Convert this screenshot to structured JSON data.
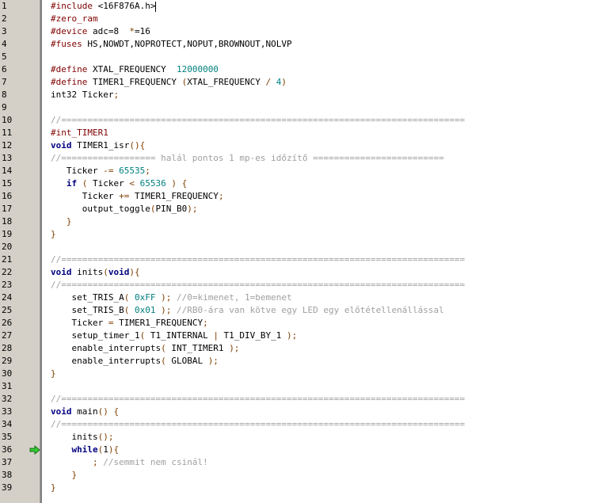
{
  "editor": {
    "accent_colors": {
      "keyword": "#00007f",
      "preprocessor": "#7f0000",
      "number": "#007f7f",
      "comment": "#a0a0a0",
      "operator": "#7f3f00",
      "gutter": "#d4d0c8",
      "exec_arrow": "#33cc33"
    },
    "current_line_indicator": {
      "icon": "green-arrow-icon",
      "line_number": 36
    },
    "lines": [
      {
        "n": "1",
        "tokens": [
          [
            "pp",
            "#include"
          ],
          [
            "",
            " <16F876A.h>"
          ]
        ],
        "caret": true
      },
      {
        "n": "2",
        "tokens": [
          [
            "pp",
            "#zero_ram"
          ]
        ]
      },
      {
        "n": "3",
        "tokens": [
          [
            "pp",
            "#device"
          ],
          [
            "",
            " adc=8  "
          ],
          [
            "op",
            "*"
          ],
          [
            "",
            "=16"
          ]
        ]
      },
      {
        "n": "4",
        "tokens": [
          [
            "pp",
            "#fuses"
          ],
          [
            "",
            " HS,NOWDT,NOPROTECT,NOPUT,BROWNOUT,NOLVP"
          ]
        ]
      },
      {
        "n": "5",
        "tokens": []
      },
      {
        "n": "6",
        "tokens": [
          [
            "pp",
            "#define"
          ],
          [
            "",
            " XTAL_FREQUENCY  "
          ],
          [
            "num",
            "12000000"
          ]
        ]
      },
      {
        "n": "7",
        "tokens": [
          [
            "pp",
            "#define"
          ],
          [
            "",
            " TIMER1_FREQUENCY "
          ],
          [
            "op",
            "("
          ],
          [
            "",
            "XTAL_FREQUENCY "
          ],
          [
            "op",
            "/"
          ],
          [
            "",
            " "
          ],
          [
            "num",
            "4"
          ],
          [
            "op",
            ")"
          ]
        ]
      },
      {
        "n": "8",
        "tokens": [
          [
            "",
            "int32 Ticker"
          ],
          [
            "op",
            ";"
          ]
        ]
      },
      {
        "n": "9",
        "tokens": []
      },
      {
        "n": "10",
        "tokens": [
          [
            "cmt",
            "//============================================================================="
          ]
        ]
      },
      {
        "n": "11",
        "tokens": [
          [
            "pp",
            "#int_TIMER1"
          ]
        ]
      },
      {
        "n": "12",
        "tokens": [
          [
            "kw",
            "void"
          ],
          [
            "",
            " TIMER1_isr"
          ],
          [
            "op",
            "(){"
          ]
        ]
      },
      {
        "n": "13",
        "tokens": [
          [
            "cmt",
            "//================== halál pontos 1 mp-es időzítő ========================="
          ]
        ]
      },
      {
        "n": "14",
        "tokens": [
          [
            "",
            "   Ticker "
          ],
          [
            "op",
            "-="
          ],
          [
            "",
            " "
          ],
          [
            "num",
            "65535"
          ],
          [
            "op",
            ";"
          ]
        ]
      },
      {
        "n": "15",
        "tokens": [
          [
            "",
            "   "
          ],
          [
            "kw",
            "if"
          ],
          [
            "",
            " "
          ],
          [
            "op",
            "("
          ],
          [
            "",
            " Ticker "
          ],
          [
            "op",
            "<"
          ],
          [
            "",
            " "
          ],
          [
            "num",
            "65536"
          ],
          [
            "",
            " "
          ],
          [
            "op",
            ")"
          ],
          [
            "",
            " "
          ],
          [
            "op",
            "{"
          ]
        ]
      },
      {
        "n": "16",
        "tokens": [
          [
            "",
            "      Ticker "
          ],
          [
            "op",
            "+="
          ],
          [
            "",
            " TIMER1_FREQUENCY"
          ],
          [
            "op",
            ";"
          ]
        ]
      },
      {
        "n": "17",
        "tokens": [
          [
            "",
            "      output_toggle"
          ],
          [
            "op",
            "("
          ],
          [
            "",
            "PIN_B0"
          ],
          [
            "op",
            ");"
          ]
        ]
      },
      {
        "n": "18",
        "tokens": [
          [
            "",
            "   "
          ],
          [
            "op",
            "}"
          ]
        ]
      },
      {
        "n": "19",
        "tokens": [
          [
            "op",
            "}"
          ]
        ]
      },
      {
        "n": "20",
        "tokens": []
      },
      {
        "n": "21",
        "tokens": [
          [
            "cmt",
            "//============================================================================="
          ]
        ]
      },
      {
        "n": "22",
        "tokens": [
          [
            "kw",
            "void"
          ],
          [
            "",
            " inits"
          ],
          [
            "op",
            "("
          ],
          [
            "kw",
            "void"
          ],
          [
            "op",
            "){"
          ]
        ]
      },
      {
        "n": "23",
        "tokens": [
          [
            "cmt",
            "//============================================================================="
          ]
        ]
      },
      {
        "n": "24",
        "tokens": [
          [
            "",
            "    set_TRIS_A"
          ],
          [
            "op",
            "("
          ],
          [
            "",
            " "
          ],
          [
            "num",
            "0xFF"
          ],
          [
            "",
            " "
          ],
          [
            "op",
            ");"
          ],
          [
            "",
            " "
          ],
          [
            "cmt",
            "//0=kimenet, 1=bemenet"
          ]
        ]
      },
      {
        "n": "25",
        "tokens": [
          [
            "",
            "    set_TRIS_B"
          ],
          [
            "op",
            "("
          ],
          [
            "",
            " "
          ],
          [
            "num",
            "0x01"
          ],
          [
            "",
            " "
          ],
          [
            "op",
            ");"
          ],
          [
            "",
            " "
          ],
          [
            "cmt",
            "//RB0-ára van kötve egy LED egy előtétellenállással"
          ]
        ]
      },
      {
        "n": "26",
        "tokens": [
          [
            "",
            "    Ticker "
          ],
          [
            "op",
            "="
          ],
          [
            "",
            " TIMER1_FREQUENCY"
          ],
          [
            "op",
            ";"
          ]
        ]
      },
      {
        "n": "27",
        "tokens": [
          [
            "",
            "    setup_timer_1"
          ],
          [
            "op",
            "("
          ],
          [
            "",
            " T1_INTERNAL "
          ],
          [
            "op",
            "|"
          ],
          [
            "",
            " T1_DIV_BY_1 "
          ],
          [
            "op",
            ");"
          ]
        ]
      },
      {
        "n": "28",
        "tokens": [
          [
            "",
            "    enable_interrupts"
          ],
          [
            "op",
            "("
          ],
          [
            "",
            " INT_TIMER1 "
          ],
          [
            "op",
            ");"
          ]
        ]
      },
      {
        "n": "29",
        "tokens": [
          [
            "",
            "    enable_interrupts"
          ],
          [
            "op",
            "("
          ],
          [
            "",
            " GLOBAL "
          ],
          [
            "op",
            ");"
          ]
        ]
      },
      {
        "n": "30",
        "tokens": [
          [
            "op",
            "}"
          ]
        ]
      },
      {
        "n": "31",
        "tokens": []
      },
      {
        "n": "32",
        "tokens": [
          [
            "cmt",
            "//============================================================================="
          ]
        ]
      },
      {
        "n": "33",
        "tokens": [
          [
            "kw",
            "void"
          ],
          [
            "",
            " main"
          ],
          [
            "op",
            "()"
          ],
          [
            "",
            " "
          ],
          [
            "op",
            "{"
          ]
        ]
      },
      {
        "n": "34",
        "tokens": [
          [
            "cmt",
            "//============================================================================="
          ]
        ]
      },
      {
        "n": "35",
        "tokens": [
          [
            "",
            "    inits"
          ],
          [
            "op",
            "();"
          ]
        ]
      },
      {
        "n": "36",
        "tokens": [
          [
            "",
            "    "
          ],
          [
            "kw",
            "while"
          ],
          [
            "op",
            "("
          ],
          [
            "",
            "1"
          ],
          [
            "op",
            "){"
          ]
        ],
        "exec": true
      },
      {
        "n": "37",
        "tokens": [
          [
            "",
            "        "
          ],
          [
            "op",
            ";"
          ],
          [
            "",
            " "
          ],
          [
            "cmt",
            "//semmit nem csinál!"
          ]
        ]
      },
      {
        "n": "38",
        "tokens": [
          [
            "",
            "    "
          ],
          [
            "op",
            "}"
          ]
        ]
      },
      {
        "n": "39",
        "tokens": [
          [
            "op",
            "}"
          ]
        ]
      }
    ]
  }
}
